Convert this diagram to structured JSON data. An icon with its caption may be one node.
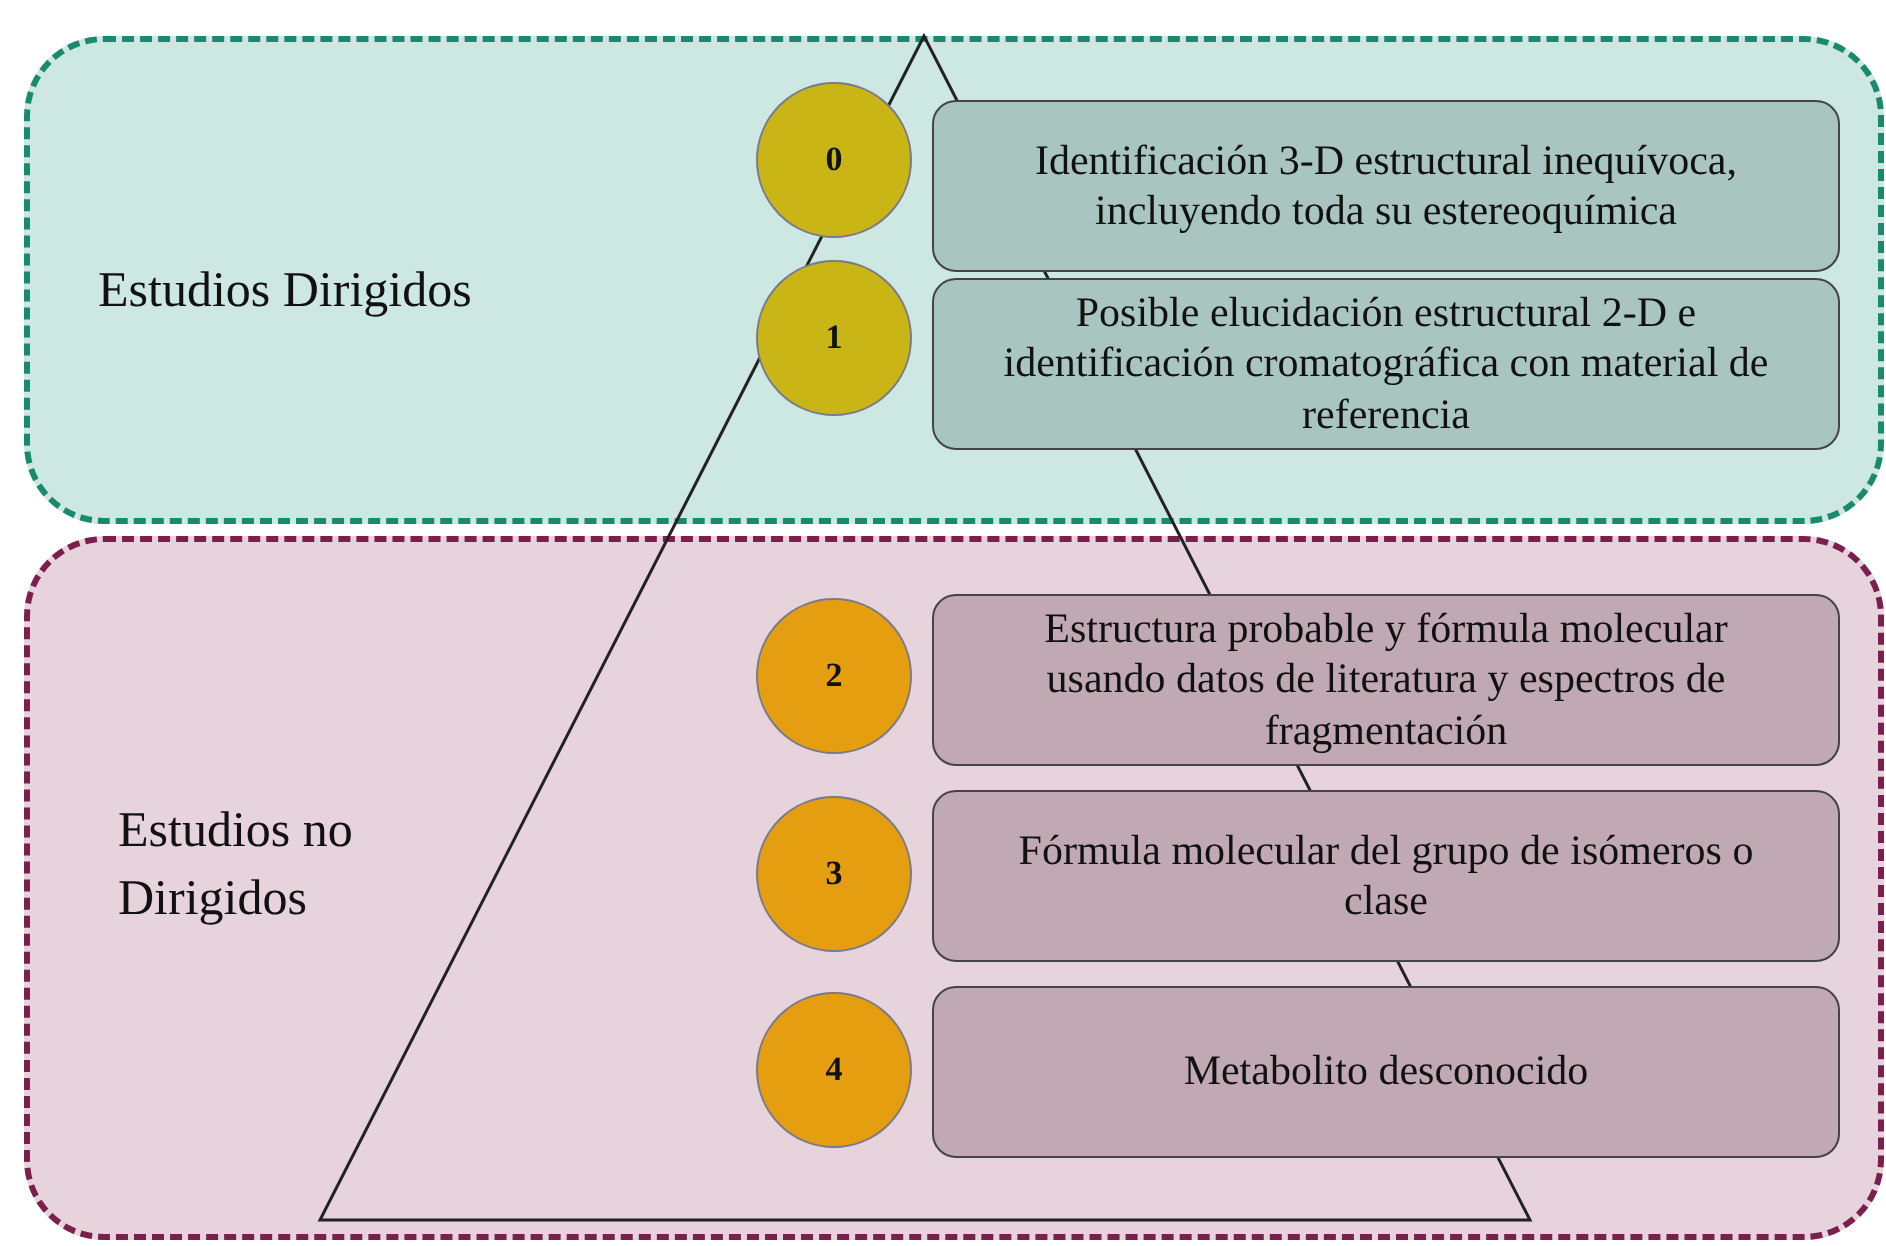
{
  "diagram": {
    "nodes": [
      {
        "text": [
          "Estudios Dirigidos"
        ]
      },
      {
        "text": [
          "0"
        ],
        "in": 0
      },
      {
        "text": [
          "Identificación 3-D estructural inequívoca, incluyendo toda su estereoquímica"
        ],
        "in": 0
      },
      {
        "text": [
          "1"
        ],
        "in": 0
      },
      {
        "text": [
          "Posible elucidación estructural 2-D e identificación cromatográfica con material de referencia"
        ],
        "in": 0
      },
      {
        "text": [
          "Estudios no Dirigidos"
        ]
      },
      {
        "text": [
          "2"
        ],
        "in": 5
      },
      {
        "text": [
          "Estructura probable y fórmula molecular usando datos de literatura y espectros de fragmentación"
        ],
        "in": 5
      },
      {
        "text": [
          "3"
        ],
        "in": 5
      },
      {
        "text": [
          "Fórmula molecular del grupo de isómeros o clase"
        ],
        "in": 5
      },
      {
        "text": [
          "4"
        ],
        "in": 5
      },
      {
        "text": [
          "Metabolito desconocido"
        ],
        "in": 5
      }
    ]
  }
}
